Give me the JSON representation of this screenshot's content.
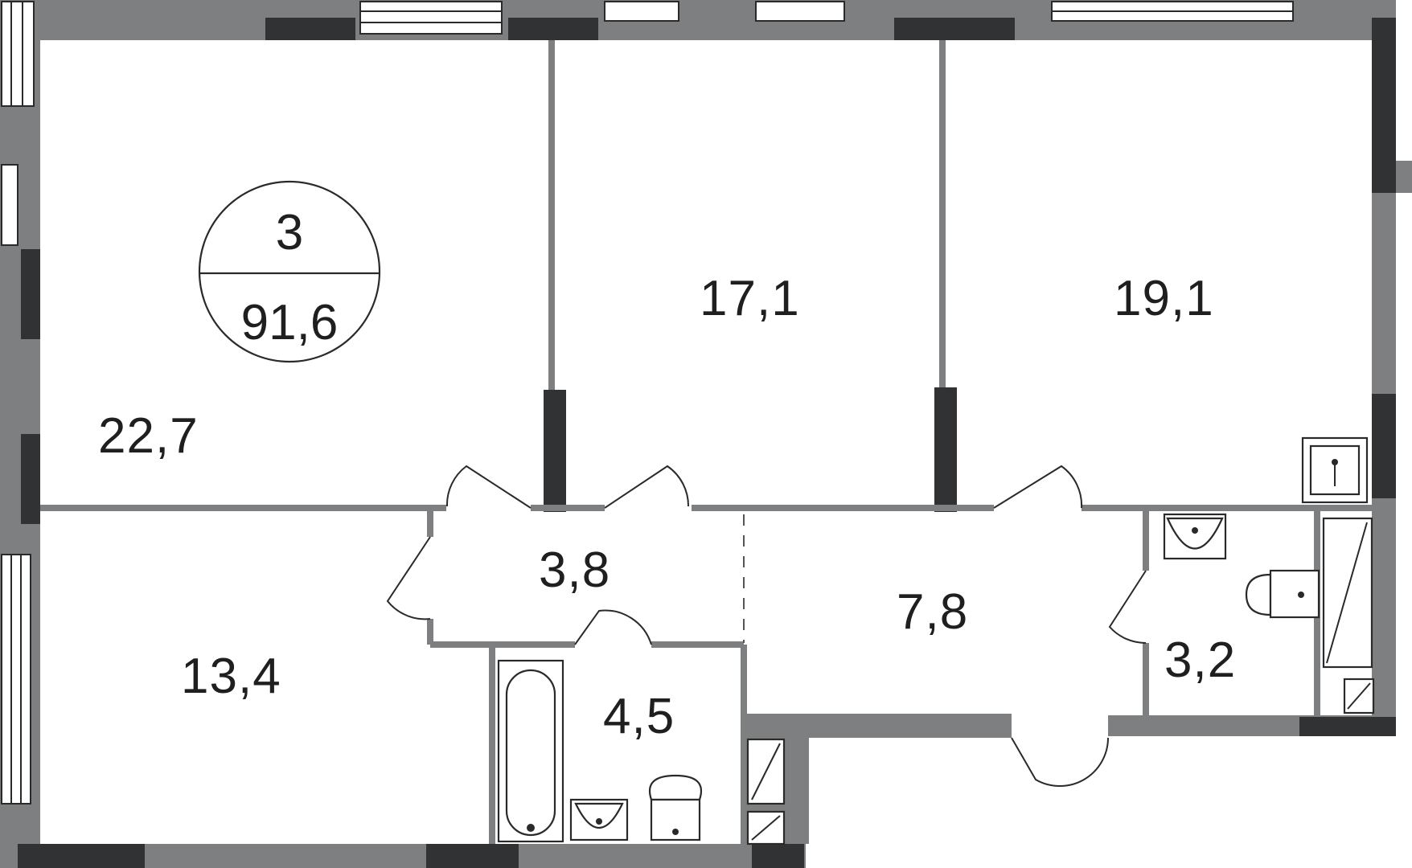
{
  "apartment": {
    "rooms_count": "3",
    "total_area": "91,6"
  },
  "rooms": {
    "living_room": "22,7",
    "bedroom_1": "17,1",
    "bedroom_2": "19,1",
    "bedroom_3": "13,4",
    "hall_1": "3,8",
    "hall_2": "7,8",
    "bathroom_1": "4,5",
    "bathroom_2": "3,2"
  },
  "colors": {
    "wall": "#7d7f81",
    "wall_dark": "#303233",
    "text": "#1f1f1f"
  }
}
